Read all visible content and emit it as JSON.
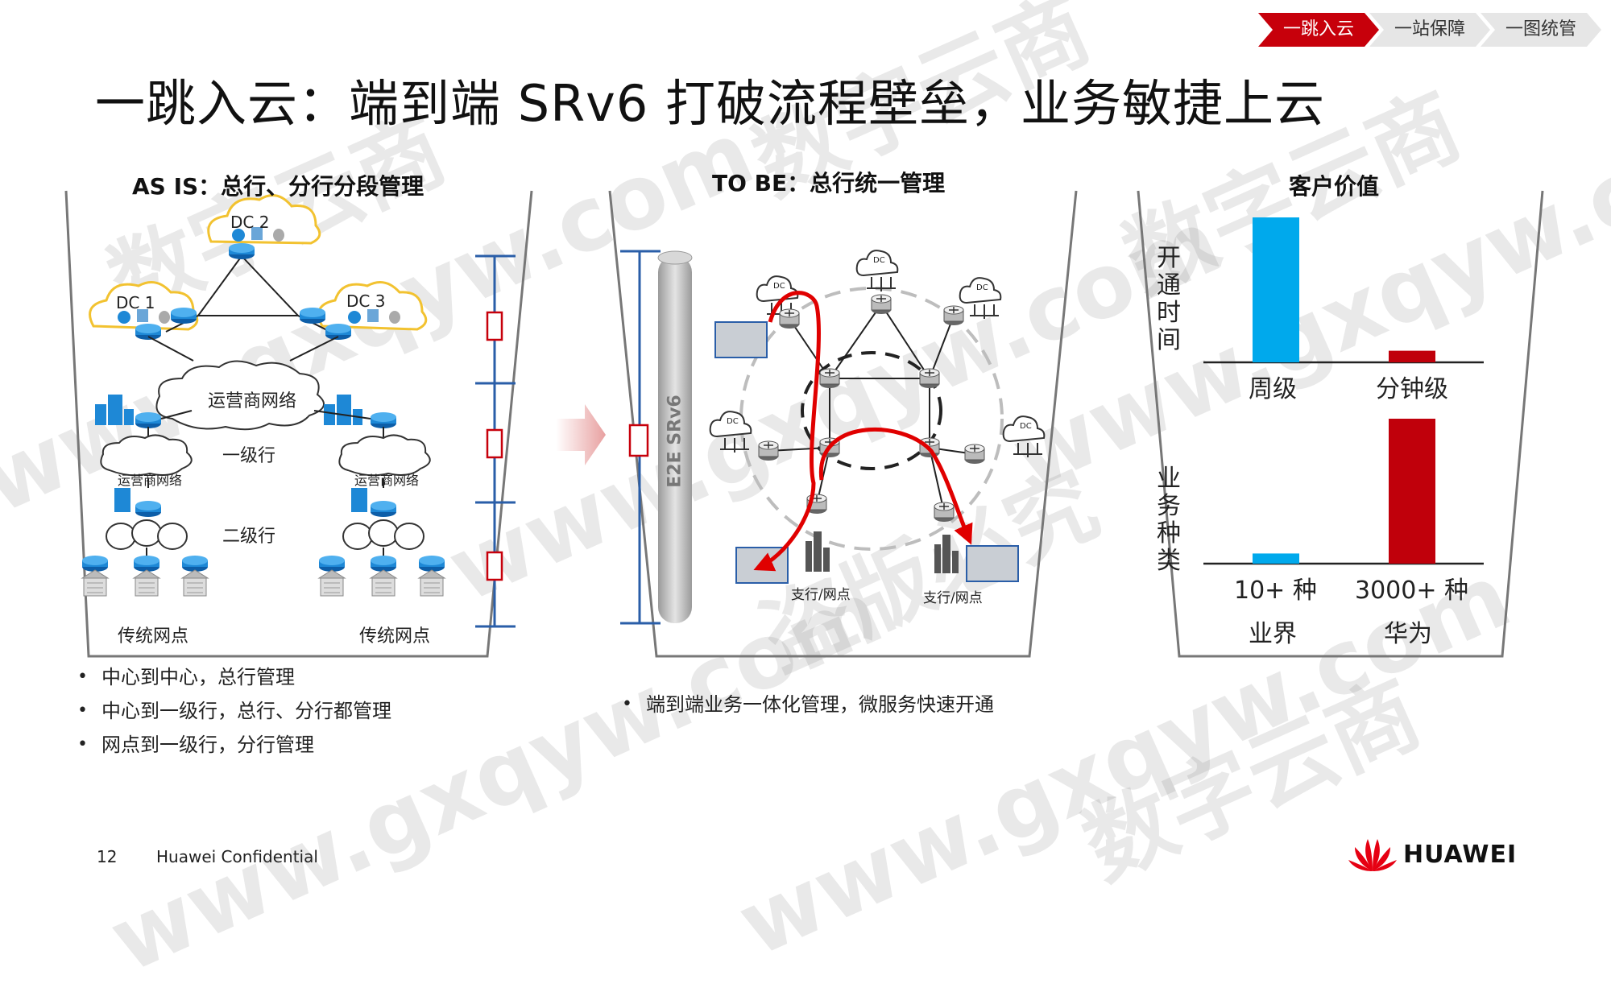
{
  "nav": {
    "tab1": "一跳入云",
    "tab2": "一站保障",
    "tab3": "一图统管"
  },
  "title": "一跳入云：端到端 SRv6 打破流程壁垒，业务敏捷上云",
  "as_is": {
    "title": "AS IS：总行、分行分段管理",
    "dc1": "DC 1",
    "dc2": "DC 2",
    "dc3": "DC 3",
    "carrier_big": "运营商网络",
    "carrier_left": "运营商网络",
    "carrier_right": "运营商网络",
    "level1": "一级行",
    "level2": "二级行",
    "branch_left": "传统网点",
    "branch_right": "传统网点",
    "bullets": [
      "中心到中心，总行管理",
      "中心到一级行，总行、分行都管理",
      "网点到一级行，分行管理"
    ]
  },
  "to_be": {
    "title": "TO BE：总行统一管理",
    "pipe_label": "E2E SRv6",
    "dc": "DC",
    "branch1": "支行/网点",
    "branch2": "支行/网点",
    "bullets": [
      "端到端业务一体化管理，微服务快速开通"
    ]
  },
  "value": {
    "title": "客户价值",
    "y1": "开通时间",
    "y2": "业务种类",
    "chart1_cat1": "周级",
    "chart1_cat2": "分钟级",
    "chart2_cat1": "10+ 种",
    "chart2_cat2": "3000+ 种",
    "group1": "业界",
    "group2": "华为"
  },
  "chart_data": [
    {
      "type": "bar",
      "title": "",
      "ylabel": "开通时间",
      "categories": [
        "周级",
        "分钟级"
      ],
      "values": [
        100,
        8
      ]
    },
    {
      "type": "bar",
      "title": "",
      "ylabel": "业务种类",
      "categories": [
        "业界",
        "华为"
      ],
      "values": [
        7,
        100
      ],
      "data_labels": [
        "10+ 种",
        "3000+ 种"
      ]
    }
  ],
  "footer": {
    "page": "12",
    "confidential": "Huawei Confidential",
    "logo": "HUAWEI"
  },
  "watermark": {
    "text1": "数字云商",
    "text2": "www.gxqyw.com",
    "text3": "盗版必究"
  },
  "colors": {
    "accent_red": "#c7000b",
    "bar_blue": "#00a9ec",
    "bar_red": "#c0000b",
    "router_blue": "#1e88d6",
    "scope_blue": "#2a5ea8"
  }
}
